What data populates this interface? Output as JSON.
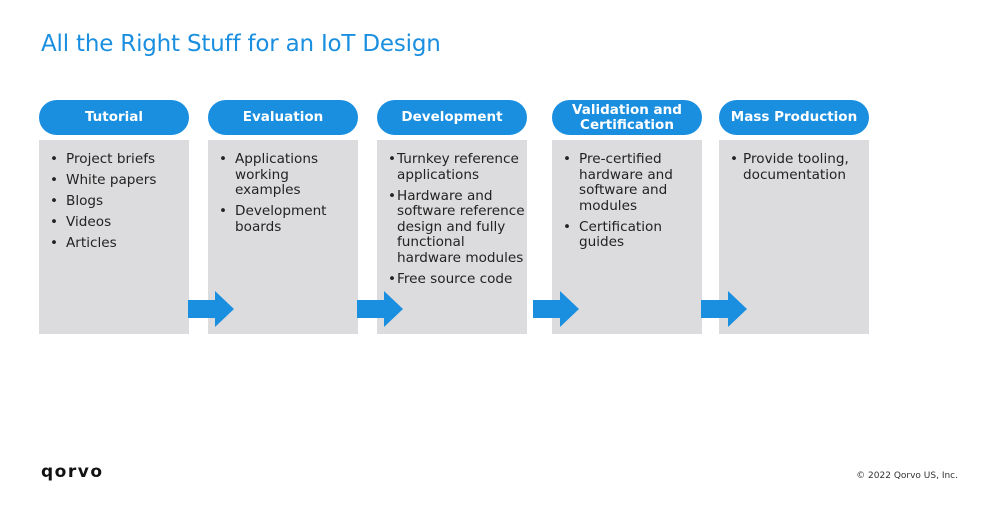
{
  "title": "All the Right Stuff for an IoT Design",
  "accent_color": "#1a8fe0",
  "box_color": "#dcdcde",
  "columns": [
    {
      "label": "Tutorial",
      "items": [
        "Project briefs",
        "White papers",
        "Blogs",
        "Videos",
        "Articles"
      ]
    },
    {
      "label": "Evaluation",
      "items": [
        "Applications working examples",
        "Development boards"
      ]
    },
    {
      "label": "Development",
      "items": [
        "Turnkey reference applications",
        "Hardware and software reference design and fully functional hardware modules",
        "Free source code"
      ]
    },
    {
      "label": "Validation and Certification",
      "items": [
        "Pre-certified hardware and software and modules",
        "Certification guides"
      ]
    },
    {
      "label": "Mass Production",
      "items": [
        "Provide tooling, documentation"
      ]
    }
  ],
  "footer": {
    "logo": "qorvo",
    "copyright": "© 2022 Qorvo US, Inc."
  }
}
